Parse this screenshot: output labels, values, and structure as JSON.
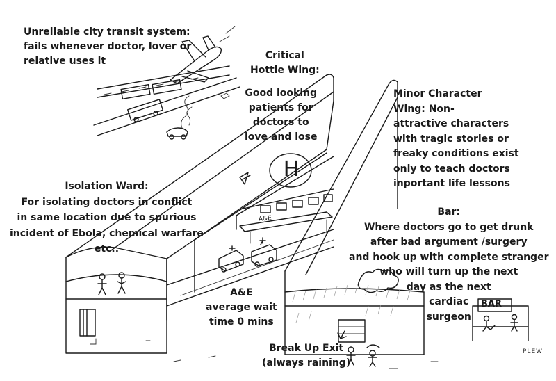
{
  "annotations": {
    "transit": "Unreliable city transit system:\nfails whenever doctor, lover or\nrelative uses it",
    "critical_title": "Critical\nHottie Wing:",
    "critical_body": "Good looking\npatients for\ndoctors to\nlove and lose",
    "minor": "Minor Character\nWing: Non-\nattractive characters\nwith tragic stories or\nfreaky conditions exist\nonly to teach doctors\ninportant life lessons",
    "isolation": "Isolation Ward:\nFor isolating doctors in conflict\nin same location due to spurious\nincident of Ebola, chemical warfare\netc..",
    "bar": "Bar:\nWhere doctors go to get drunk\nafter bad argument /surgery\nand hook up with complete stranger\nwho will turn up the next\nday as the next\ncardiac\nsurgeon",
    "ae": "A&E\naverage wait\ntime 0 mins",
    "breakup": "Break Up Exit\n(always raining)"
  },
  "drawing": {
    "helipad_letter": "H",
    "ae_sign": "A&E",
    "bar_sign": "BAR",
    "signature": "PLEW"
  }
}
